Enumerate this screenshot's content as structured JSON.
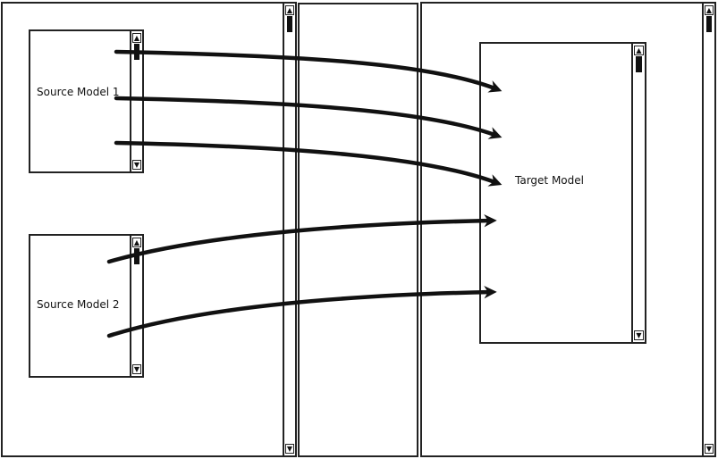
{
  "source_models": [
    {
      "label": "Source Model 1"
    },
    {
      "label": "Source Model 2"
    }
  ],
  "target_model": {
    "label": "Target Model"
  },
  "scrollbar": {
    "up_icon": "▲",
    "down_icon": "▼"
  },
  "connections": [
    {
      "from": "Source Model 1",
      "to": "Target Model"
    },
    {
      "from": "Source Model 1",
      "to": "Target Model"
    },
    {
      "from": "Source Model 1",
      "to": "Target Model"
    },
    {
      "from": "Source Model 2",
      "to": "Target Model"
    },
    {
      "from": "Source Model 2",
      "to": "Target Model"
    }
  ]
}
